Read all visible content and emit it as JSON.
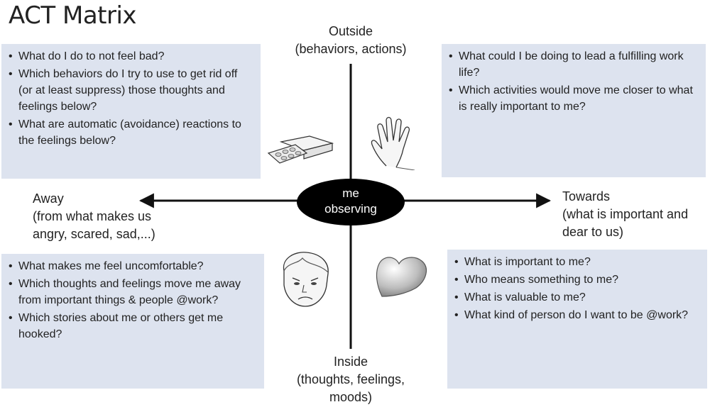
{
  "title": "ACT Matrix",
  "oval": {
    "line1": "me",
    "line2": "observing"
  },
  "labels": {
    "outside": {
      "line1": "Outside",
      "line2": "(behaviors, actions)"
    },
    "inside": {
      "line1": "Inside",
      "line2": "(thoughts, feelings,",
      "line3": "moods)"
    },
    "away": {
      "line1": "Away",
      "line2": "(from what makes us",
      "line3": "angry, scared, sad,...)"
    },
    "towards": {
      "line1": "Towards",
      "line2": "(what is important and",
      "line3": "dear to us)"
    }
  },
  "boxes": {
    "top_left": [
      "What do I do to not feel bad?",
      "Which behaviors do I try to use to get rid off (or at least suppress) those thoughts and feelings below?",
      "What are automatic (avoidance) reactions to the feelings below?"
    ],
    "top_right": [
      "What could I be doing to lead a fulfilling work life?",
      "Which activities would move me closer to what is really important to me?"
    ],
    "bottom_left": [
      "What makes me feel uncomfortable?",
      "Which thoughts and feelings move me away from important things & people @work?",
      "Which stories about me or others get me hooked?"
    ],
    "bottom_right": [
      "What is important to me?",
      "Who means something to me?",
      "What is valuable to me?",
      "What kind of person do I want to be @work?"
    ]
  },
  "colors": {
    "box_fill": "#dde3ef",
    "axis": "#111111",
    "oval": "#000000"
  }
}
